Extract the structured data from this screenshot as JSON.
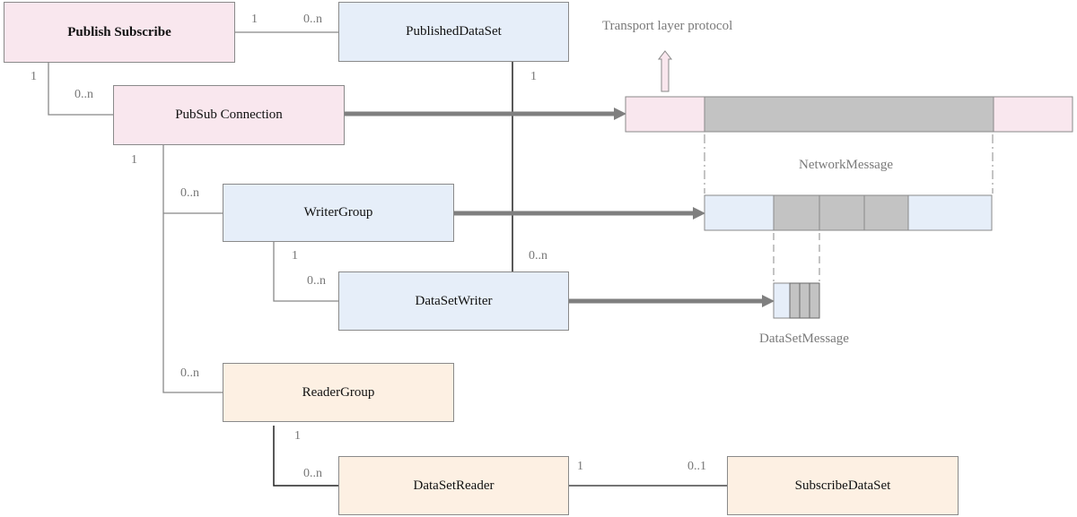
{
  "boxes": {
    "publish_subscribe": "Publish Subscribe",
    "published_data_set": "PublishedDataSet",
    "pubsub_connection": "PubSub Connection",
    "writer_group": "WriterGroup",
    "data_set_writer": "DataSetWriter",
    "reader_group": "ReaderGroup",
    "data_set_reader": "DataSetReader",
    "subscribe_data_set": "SubscribeDataSet"
  },
  "multiplicities": {
    "ps_to_pds_left": "1",
    "ps_to_pds_right": "0..n",
    "ps_to_conn_top": "1",
    "ps_to_conn_bottom": "0..n",
    "pds_down": "1",
    "conn_down": "1",
    "writer_group_zero_n": "0..n",
    "writer_group_down": "1",
    "writer_zero_n_left": "0..n",
    "writer_zero_n_top": "0..n",
    "reader_group_zero_n": "0..n",
    "reader_group_down": "1",
    "reader_zero_n": "0..n",
    "reader_to_sds_left": "1",
    "reader_to_sds_right": "0..1"
  },
  "captions": {
    "transport": "Transport layer protocol",
    "network_message": "NetworkMessage",
    "dataset_message": "DataSetMessage"
  },
  "colors": {
    "pink": "#f9e7ee",
    "blue": "#e6eef9",
    "peach": "#fdf0e3",
    "gray": "#c3c3c3",
    "arrow": "#7f7f7f"
  }
}
